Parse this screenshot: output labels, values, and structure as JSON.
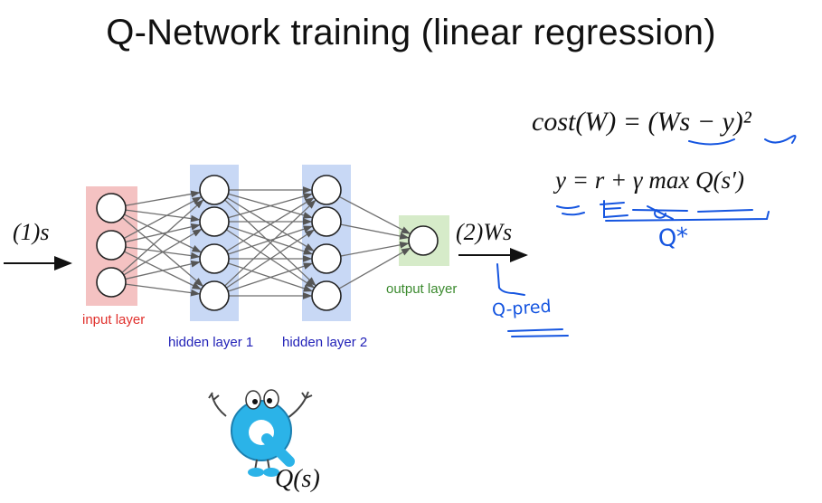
{
  "title": "Q-Network training (linear regression)",
  "equations": {
    "cost": "cost(W) = (Ws − y)²",
    "target": "y = r + γ max Q(s′)"
  },
  "input_label": "(1)s",
  "output_label": "(2)Ws",
  "network": {
    "layers": [
      {
        "name": "input layer",
        "nodes": 3,
        "color": "#f4c2c2",
        "label_color": "#e0302c"
      },
      {
        "name": "hidden layer 1",
        "nodes": 4,
        "color": "#c8d8f5",
        "label_color": "#2222b8"
      },
      {
        "name": "hidden layer 2",
        "nodes": 4,
        "color": "#c8d8f5",
        "label_color": "#2222b8"
      },
      {
        "name": "output layer",
        "nodes": 1,
        "color": "#d6ebc9",
        "label_color": "#3b8a2e"
      }
    ]
  },
  "handwriting": {
    "target_annotation": "Q*",
    "output_annotation": "Q-pred",
    "ink_color": "#1555e0"
  },
  "mascot": {
    "icon": "q-mascot-icon",
    "caption": "Q(s)",
    "color": "#2bb3e8"
  }
}
